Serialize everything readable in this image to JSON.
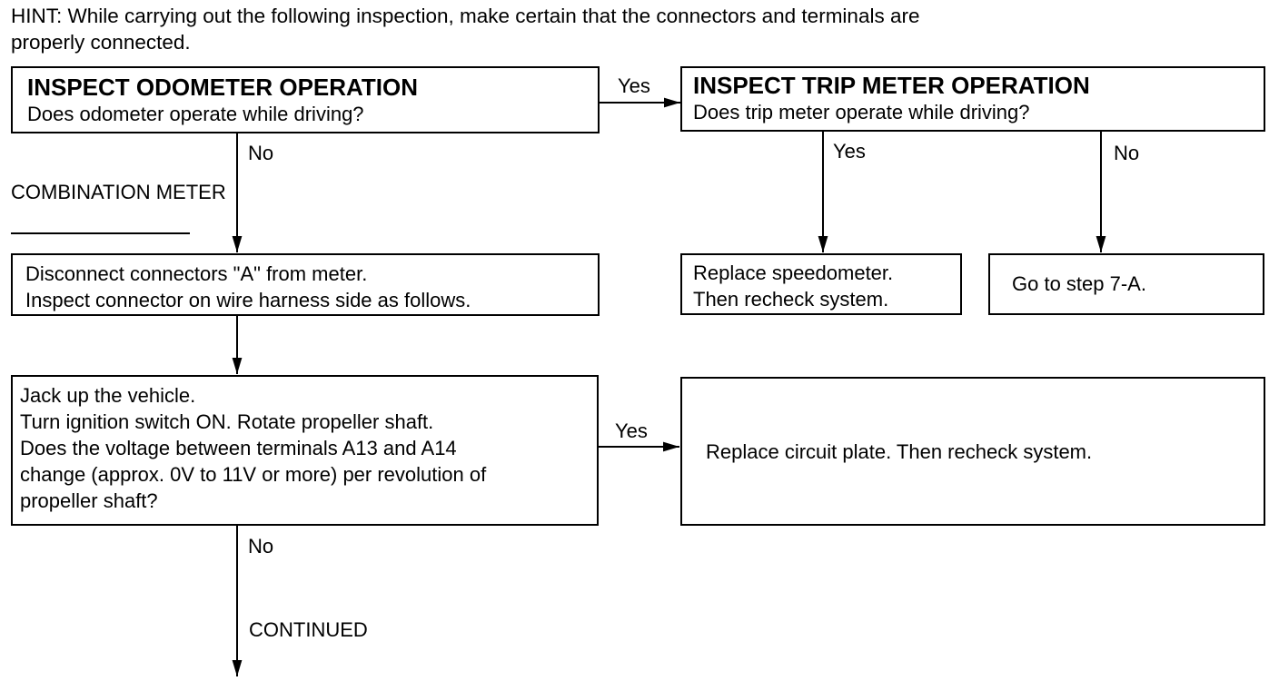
{
  "hint": [
    "HINT: While carrying out the following inspection, make certain that the connectors and terminals are",
    "properly connected."
  ],
  "odometer_box": {
    "title": "INSPECT ODOMETER OPERATION",
    "question": "Does odometer operate while driving?"
  },
  "trip_box": {
    "title": "INSPECT TRIP METER OPERATION",
    "question": "Does trip meter operate while driving?"
  },
  "side_label": [
    "COMBINATION",
    "METER"
  ],
  "disconnect_box": [
    "Disconnect connectors \"A\" from meter.",
    "Inspect connector on wire harness side as follows."
  ],
  "replace_speedo_box": [
    "Replace speedometer.",
    "Then recheck system."
  ],
  "goto_box": "Go to step 7-A.",
  "jack_box": [
    "Jack up the vehicle.",
    "Turn ignition switch ON. Rotate propeller shaft.",
    "Does the voltage between terminals A13 and A14",
    "change (approx. 0V to 11V or more) per revolution of",
    "propeller shaft?"
  ],
  "replace_circuit_box": "Replace circuit plate. Then recheck system.",
  "labels": {
    "yes_top": "Yes",
    "no_odo": "No",
    "yes_trip": "Yes",
    "no_trip": "No",
    "yes_jack": "Yes",
    "no_jack": "No",
    "continued": "CONTINUED"
  }
}
